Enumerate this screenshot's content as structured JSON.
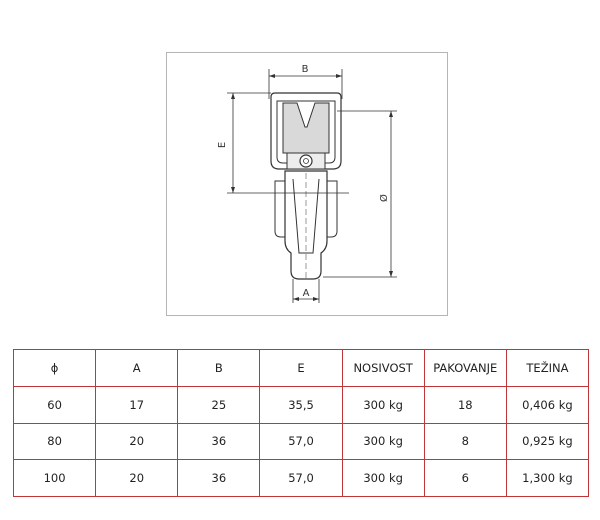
{
  "drawing": {
    "labels": {
      "b": "B",
      "e": "E",
      "d": "Ø",
      "a": "A"
    }
  },
  "table": {
    "headers": [
      "ϕ",
      "A",
      "B",
      "E",
      "NOSIVOST",
      "PAKOVANJE",
      "TEŽINA"
    ],
    "rows": [
      [
        "60",
        "17",
        "25",
        "35,5",
        "300 kg",
        "18",
        "0,406 kg"
      ],
      [
        "80",
        "20",
        "36",
        "57,0",
        "300 kg",
        "8",
        "0,925 kg"
      ],
      [
        "100",
        "20",
        "36",
        "57,0",
        "300 kg",
        "6",
        "1,300 kg"
      ]
    ]
  },
  "colors": {
    "table_border": "#c0373a",
    "frame_border": "#b5b5b5",
    "line": "#333333"
  }
}
